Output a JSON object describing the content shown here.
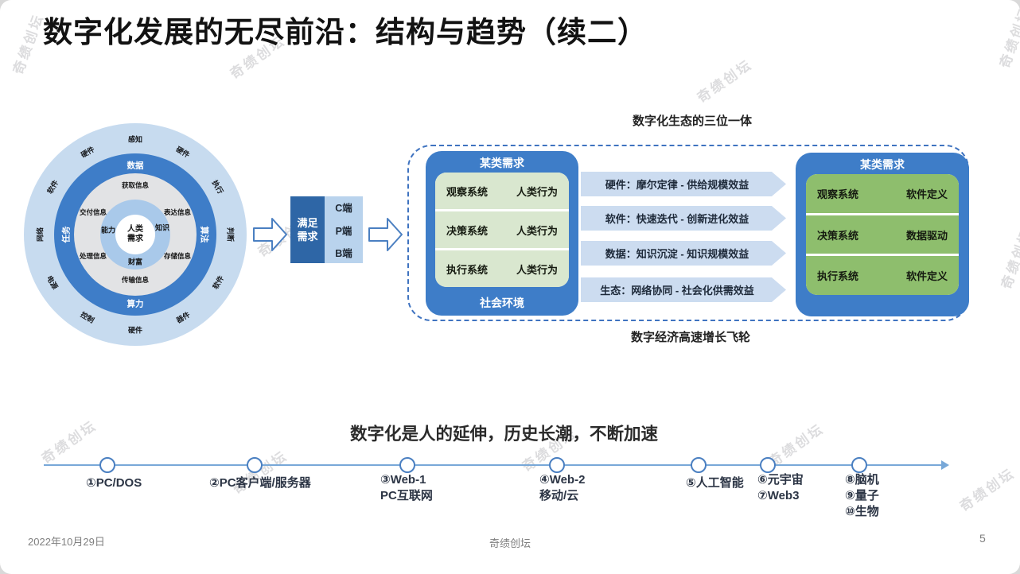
{
  "title": "数字化发展的无尽前沿：结构与趋势（续二）",
  "watermark": {
    "text": "奇绩创坛"
  },
  "circle": {
    "center_line1": "人类",
    "center_line2": "需求",
    "inner": {
      "left": "能力",
      "right": "知识",
      "bottom": "财富"
    },
    "gray": {
      "top": "获取信息",
      "upper_left": "交付信息",
      "upper_right": "表达信息",
      "lower_left": "处理信息",
      "lower_right": "存储信息",
      "bottom": "传输信息"
    },
    "ring": {
      "top": "数据",
      "right": "算法",
      "bottom": "算力",
      "left": "任务"
    },
    "outer_labels": [
      "感知",
      "硬件",
      "执行",
      "判断",
      "软件",
      "器件",
      "硬件",
      "控制",
      "电源",
      "网络",
      "软件",
      "硬件"
    ]
  },
  "flow": {
    "demand_line1": "满足",
    "demand_line2": "需求",
    "channels": [
      "C端",
      "P端",
      "B端"
    ]
  },
  "trinity": {
    "top_caption": "数字化生态的三位一体",
    "bottom_caption": "数字经济高速增长飞轮",
    "left_box": {
      "header": "某类需求",
      "rows": [
        [
          "观察系统",
          "人类行为"
        ],
        [
          "决策系统",
          "人类行为"
        ],
        [
          "执行系统",
          "人类行为"
        ]
      ],
      "footer": "社会环境"
    },
    "arrows": [
      "硬件：摩尔定律 - 供给规模效益",
      "软件：快速迭代 - 创新进化效益",
      "数据：知识沉淀 - 知识规模效益",
      "生态：网络协同 - 社会化供需效益"
    ],
    "right_box": {
      "header": "某类需求",
      "rows": [
        [
          "观察系统",
          "软件定义"
        ],
        [
          "决策系统",
          "数据驱动"
        ],
        [
          "执行系统",
          "软件定义"
        ]
      ]
    }
  },
  "timeline": {
    "heading": "数字化是人的延伸，历史长潮，不断加速",
    "milestones": [
      {
        "lines": [
          "①PC/DOS"
        ]
      },
      {
        "lines": [
          "②PC客户端/服务器"
        ]
      },
      {
        "lines": [
          "③Web-1",
          "PC互联网"
        ]
      },
      {
        "lines": [
          "④Web-2",
          "移动/云"
        ]
      },
      {
        "lines": [
          "⑤人工智能"
        ]
      },
      {
        "lines": [
          "⑥元宇宙",
          "⑦Web3"
        ]
      },
      {
        "lines": [
          "⑧脑机",
          "⑨量子",
          "⑩生物"
        ]
      }
    ]
  },
  "footer": {
    "date": "2022年10月29日",
    "org": "奇绩创坛",
    "page": "5"
  },
  "colors": {
    "accent_blue": "#3e7dc8",
    "dark_blue": "#2e66a6",
    "light_blue_banner": "#ccdcf0",
    "pale_green": "#d9e7cf",
    "green": "#8ebe6d",
    "dashed_border": "#3f73c0"
  }
}
